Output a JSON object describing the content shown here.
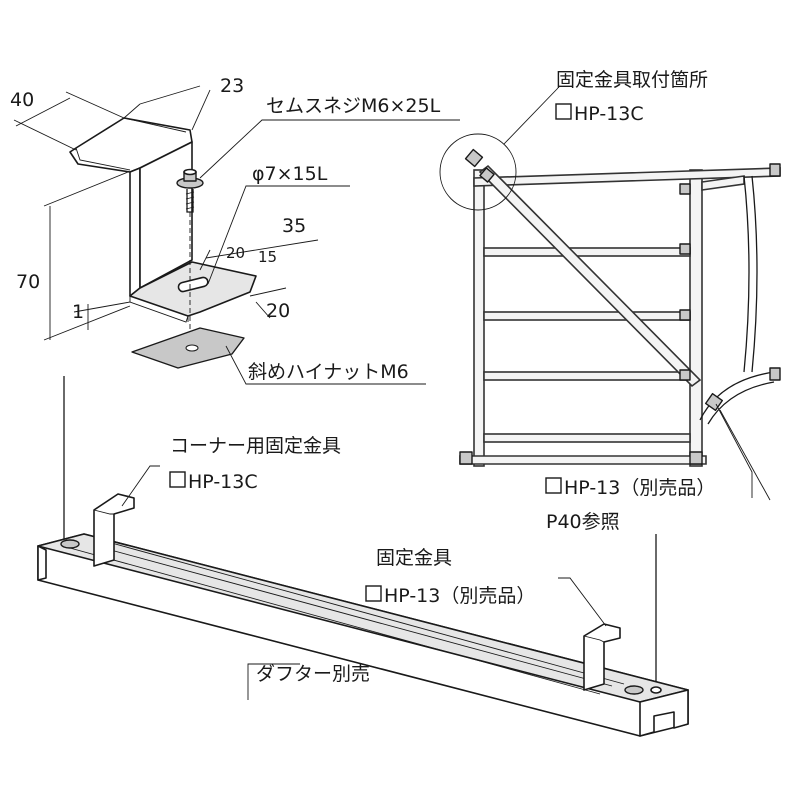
{
  "bracket_detail": {
    "dim_width": "40",
    "dim_depth": "23",
    "dim_height": "70",
    "dim_thickness": "1",
    "dim_slot_width": "35",
    "dim_slot_a": "20",
    "dim_slot_b": "15",
    "dim_slot_c": "20",
    "screw_label": "セムスネジM6×25L",
    "hole_label": "φ7×15L",
    "nut_label": "斜めハイナットM6"
  },
  "corner_fitting": {
    "title": "コーナー用固定金具",
    "code": "HP-13C"
  },
  "fitting": {
    "title": "固定金具",
    "code": "HP-13（別売品）"
  },
  "duct": {
    "label": "ダフター別売"
  },
  "install_view": {
    "title": "固定金具取付箇所",
    "code": "HP-13C",
    "side_code": "HP-13（別売品）",
    "reference": "P40参照"
  }
}
